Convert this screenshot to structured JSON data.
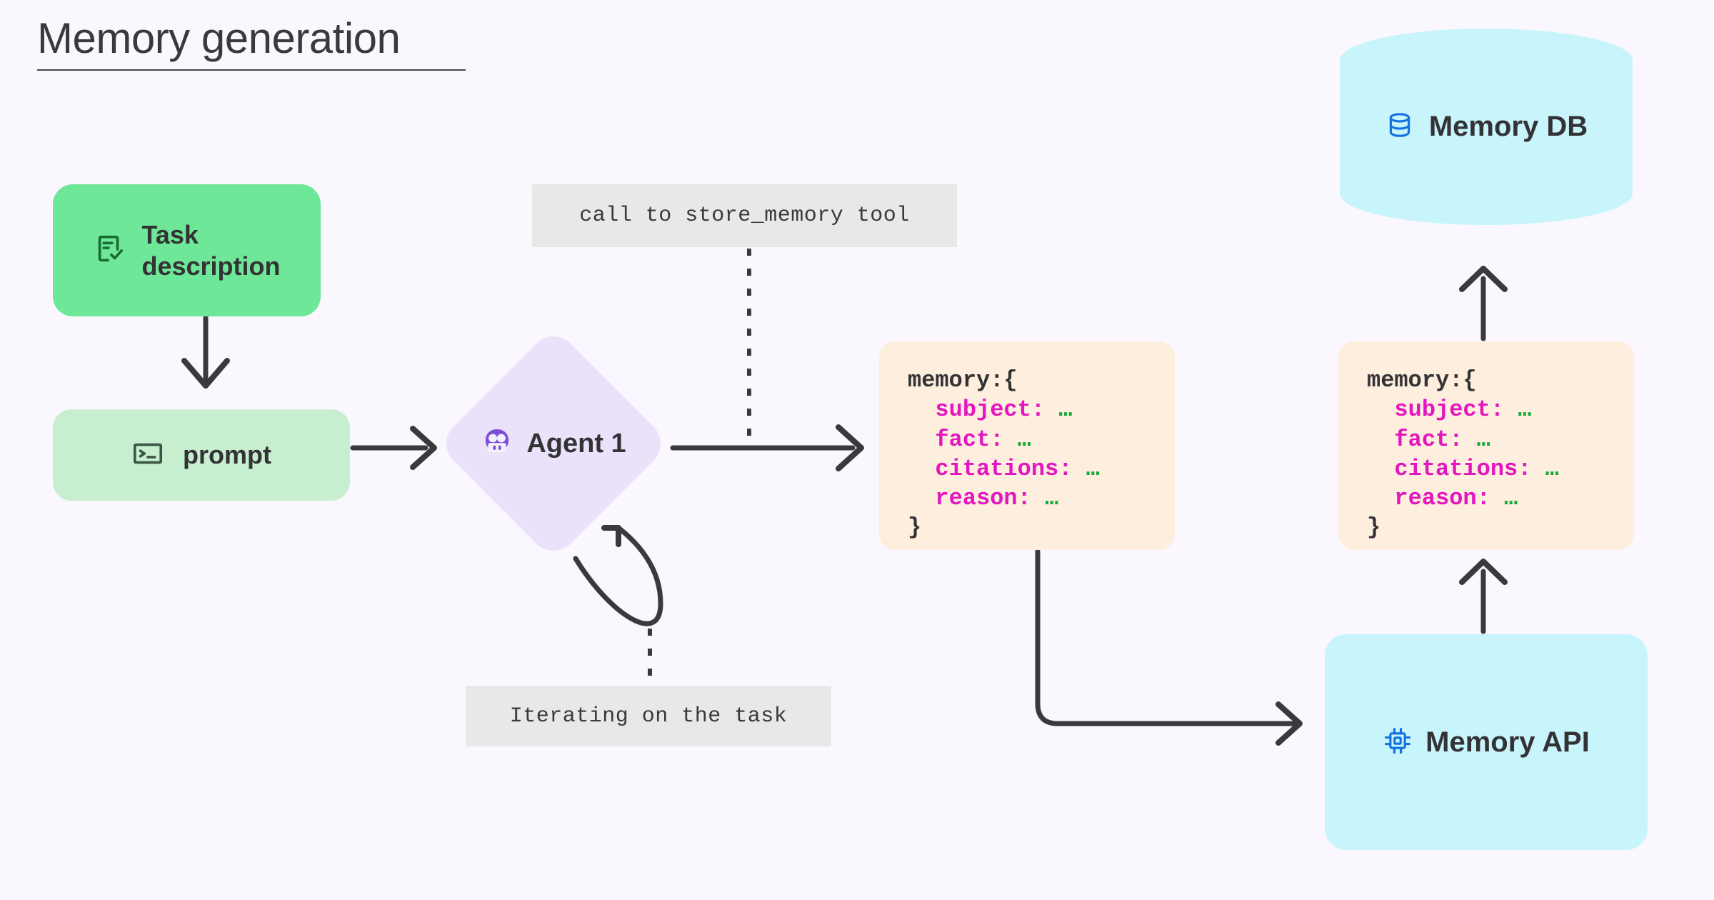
{
  "page": {
    "title": "Memory generation",
    "background_color": "#faf8fe"
  },
  "palette": {
    "task_description_fill": "#6ee798",
    "prompt_fill": "#c7efcf",
    "agent_fill": "#eae2fb",
    "agent_icon": "#7c4ddb",
    "memory_card_fill": "#fdeedd",
    "memory_key_color": "#e316c0",
    "memory_dots_color": "#19a83c",
    "db_fill": "#c8f4fb",
    "db_icon": "#1472e0",
    "annotation_fill": "#e8e8e8",
    "connector_color": "#3a3a3c",
    "text_color": "#333336"
  },
  "nodes": {
    "task_description": {
      "label": "Task\ndescription",
      "icon": "document-check-icon",
      "shape": "rounded-rect"
    },
    "prompt": {
      "label": "prompt",
      "icon": "terminal-icon",
      "shape": "rounded-rect"
    },
    "agent": {
      "label": "Agent 1",
      "icon": "robot-icon",
      "shape": "diamond"
    },
    "memory_db": {
      "label": "Memory DB",
      "icon": "database-icon",
      "shape": "cylinder"
    },
    "memory_api": {
      "label": "Memory API",
      "icon": "chip-icon",
      "shape": "rounded-rect"
    }
  },
  "memory_payload": {
    "open_line": "memory:{",
    "close_line": "}",
    "fields": [
      {
        "key": "subject:",
        "value": "…"
      },
      {
        "key": "fact:",
        "value": "…"
      },
      {
        "key": "citations:",
        "value": "…"
      },
      {
        "key": "reason:",
        "value": "…"
      }
    ],
    "code_left": "memory:{\n    subject: …\n    fact: …\n    citations: …\n    reason: …\n}",
    "code_right": "memory:{\n    subject: …\n    fact: …\n    citations: …\n    reason: …\n}"
  },
  "annotations": {
    "store_memory_tool": "call to store_memory tool",
    "iterating": "Iterating on the task"
  },
  "edges": [
    {
      "name": "task-description-to-prompt",
      "from": "task_description",
      "to": "prompt",
      "style": "solid",
      "direction": "down"
    },
    {
      "name": "prompt-to-agent",
      "from": "prompt",
      "to": "agent",
      "style": "solid",
      "direction": "right"
    },
    {
      "name": "agent-to-memory",
      "from": "agent",
      "to": "memory_card_left",
      "style": "solid",
      "direction": "right",
      "label": "call to store_memory tool"
    },
    {
      "name": "agent-self-loop",
      "from": "agent",
      "to": "agent",
      "style": "solid",
      "direction": "loop",
      "label": "Iterating on the task"
    },
    {
      "name": "memory-to-memory-api",
      "from": "memory_card_left",
      "to": "memory_api",
      "style": "solid",
      "direction": "down-right"
    },
    {
      "name": "memory-api-to-memory-right",
      "from": "memory_api",
      "to": "memory_card_right",
      "style": "solid",
      "direction": "up"
    },
    {
      "name": "memory-right-to-memory-db",
      "from": "memory_card_right",
      "to": "memory_db",
      "style": "solid",
      "direction": "up"
    }
  ]
}
